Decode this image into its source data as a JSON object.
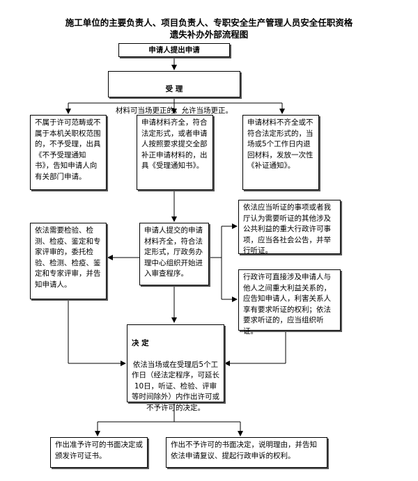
{
  "title": "施工单位的主要负责人、项目负责人、专职安全生产管理人员安全任职资格\n遗失补办外部流程图",
  "nodes": {
    "apply": "申请人提出申请",
    "accept_title": "受 理",
    "accept_sub": "材料可当场更正的，允许当场更正。",
    "reject_scope": "不属于许可范畴或不属于本机关职权范围的，不予受理，出具《不予受理通知书》，告知申请人向有关部门申请。",
    "complete": "申请材料齐全，符合法定形式，或者申请人按照要求提交全部补正申请材料的，出具《受理通知书》。",
    "incomplete": "申请材料不齐全或不符合法定形式的，当场或5个工作日内退回材料，发放一次性《补证通知》。",
    "expert": "依法需要检验、检测、检疫、鉴定和专家评审的，委托检验、检测、检疫、鉴定和专家评审，并告知申请人。",
    "review": "申请人提交的申请材料齐全，符合法定形式，厅政务办理中心组织开始进入审查程序。",
    "hearing_public": "依法应当听证的事项或者我厅认为需要听证的其他涉及公共利益的重大行政许可事项，应当各社会公告，并举行听证。",
    "hearing_party": "行政许可直接涉及申请人与他人之间重大利益关系的，应告知申请人，利害关系人享有要求听证的权利；依法要求听证的，应当组织听证。",
    "decision_title": "决 定",
    "decision_body": "依法当场或在受理后5个工作日（经法定程序，可延长10日，听证、检验、评审等时间除外）内作出许可或不予许可的决定。",
    "approve": "作出准予许可的书面决定或颁发许可证书。",
    "deny": "作出不予许可的书面决定，说明理由，并告知依法申请复议、提起行政申诉的权利。"
  },
  "margin_mark": "↵"
}
